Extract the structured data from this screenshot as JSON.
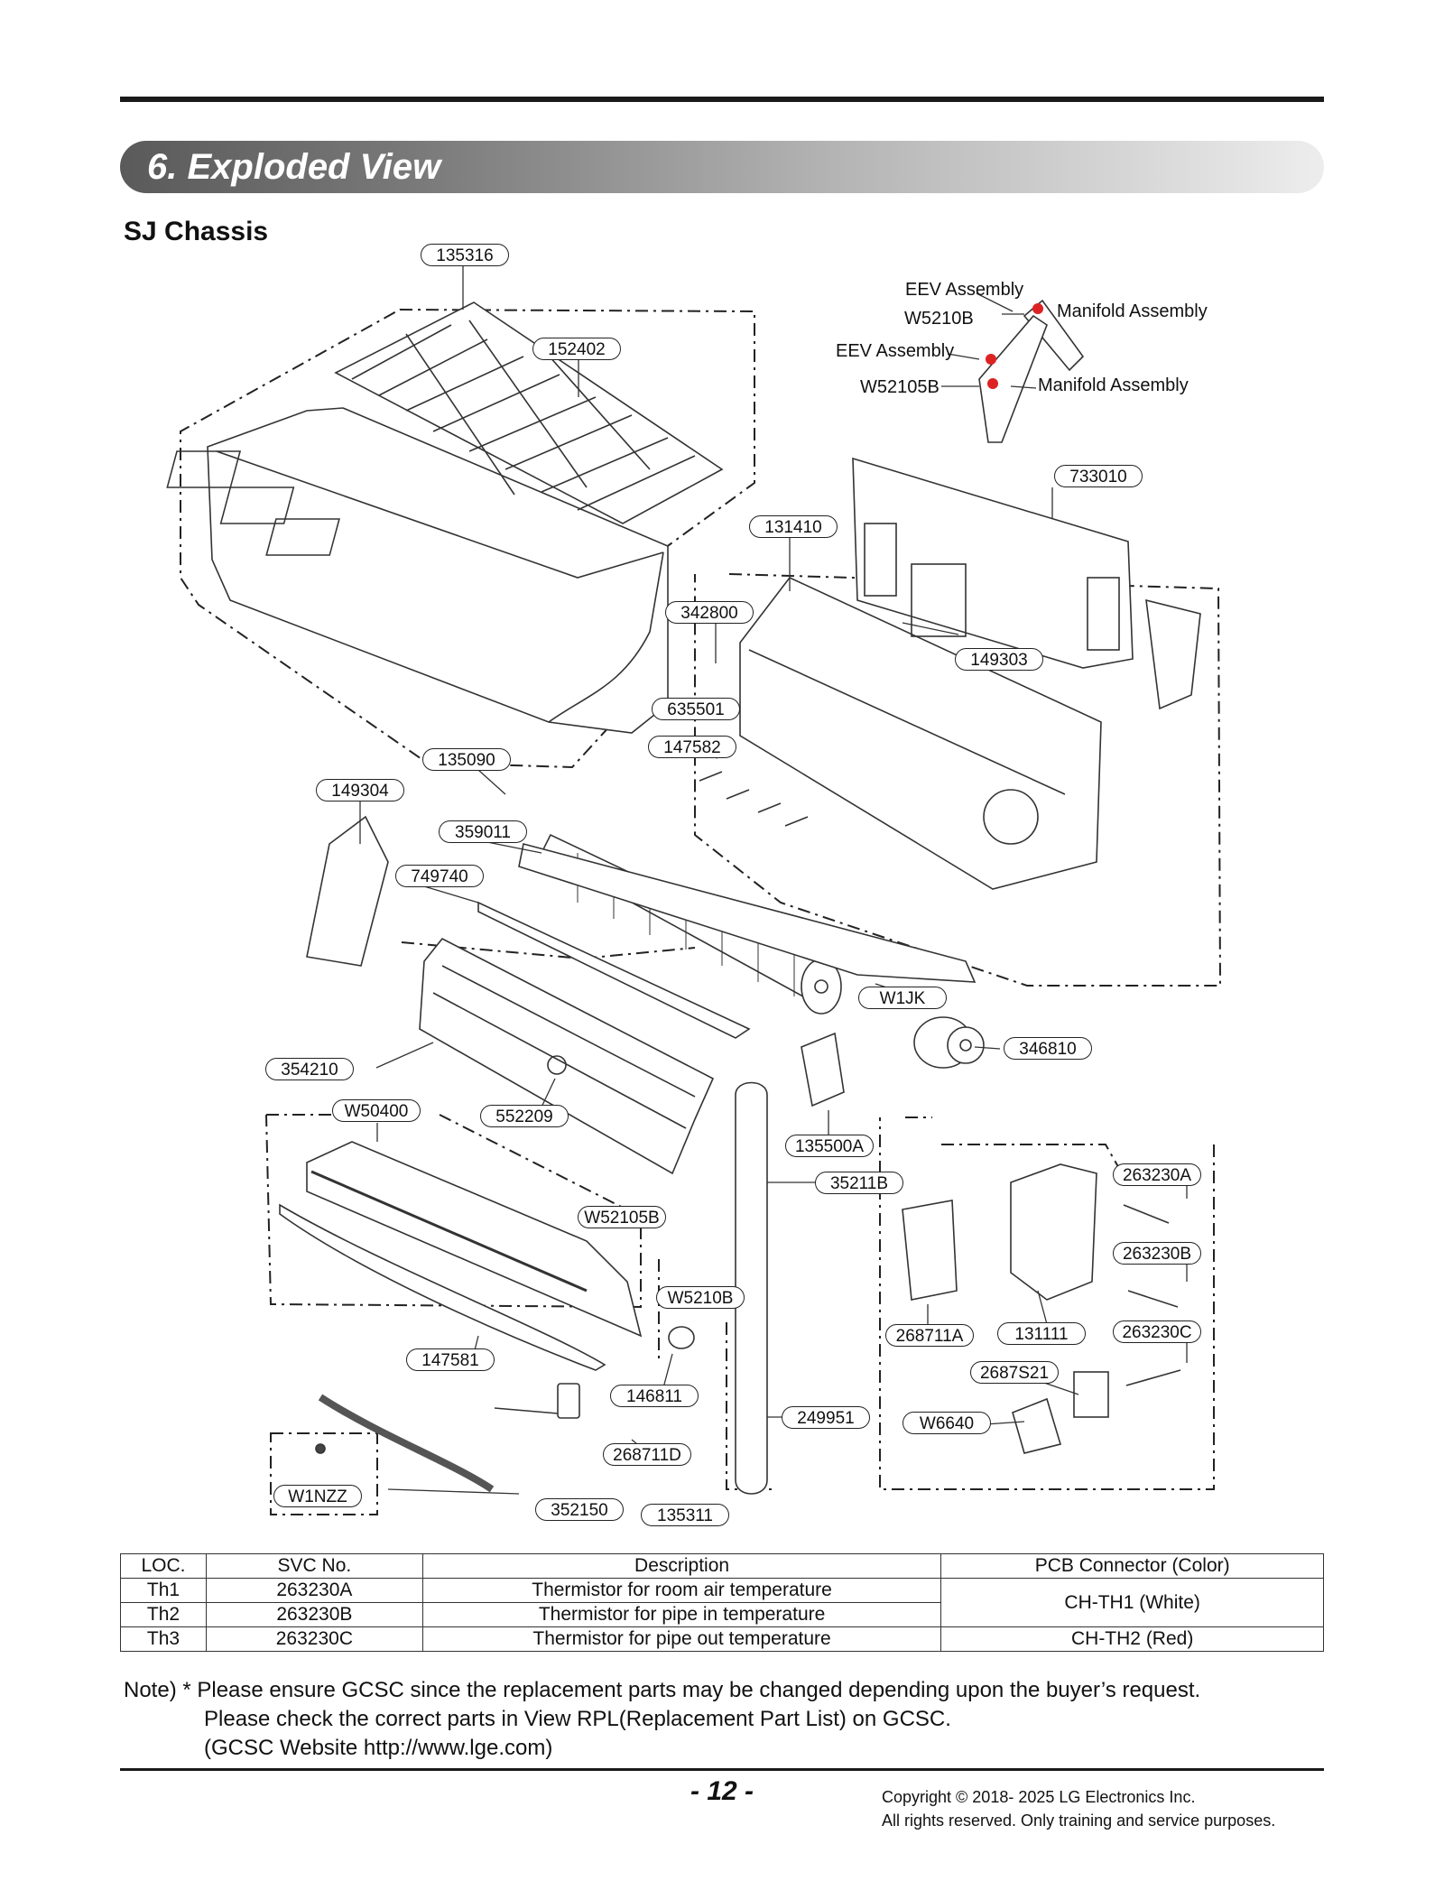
{
  "section_title": "6. Exploded View",
  "subtitle": "SJ Chassis",
  "part_tags": [
    {
      "id": "135316"
    },
    {
      "id": "152402"
    },
    {
      "id": "733010"
    },
    {
      "id": "131410"
    },
    {
      "id": "342800"
    },
    {
      "id": "149303"
    },
    {
      "id": "635501"
    },
    {
      "id": "147582"
    },
    {
      "id": "135090"
    },
    {
      "id": "149304"
    },
    {
      "id": "359011"
    },
    {
      "id": "749740"
    },
    {
      "id": "W1JK"
    },
    {
      "id": "346810"
    },
    {
      "id": "354210"
    },
    {
      "id": "W50400"
    },
    {
      "id": "552209"
    },
    {
      "id": "135500A"
    },
    {
      "id": "35211B"
    },
    {
      "id": "263230A"
    },
    {
      "id": "W52105B"
    },
    {
      "id": "263230B"
    },
    {
      "id": "W5210B"
    },
    {
      "id": "268711A"
    },
    {
      "id": "131111"
    },
    {
      "id": "263230C"
    },
    {
      "id": "147581"
    },
    {
      "id": "2687S21"
    },
    {
      "id": "146811"
    },
    {
      "id": "249951"
    },
    {
      "id": "W6640"
    },
    {
      "id": "268711D"
    },
    {
      "id": "W1NZZ"
    },
    {
      "id": "352150"
    },
    {
      "id": "135311"
    }
  ],
  "callouts": {
    "eev_assembly_1": "EEV Assembly",
    "w5210b": "W5210B",
    "manifold_assembly_1": "Manifold Assembly",
    "eev_assembly_2": "EEV Assembly",
    "w52105b": "W52105B",
    "manifold_assembly_2": "Manifold Assembly"
  },
  "table": {
    "headers": [
      "LOC.",
      "SVC No.",
      "Description",
      "PCB Connector (Color)"
    ],
    "rows": [
      {
        "loc": "Th1",
        "svc": "263230A",
        "desc": "Thermistor for room air temperature"
      },
      {
        "loc": "Th2",
        "svc": "263230B",
        "desc": "Thermistor for pipe in temperature"
      },
      {
        "loc": "Th3",
        "svc": "263230C",
        "desc": "Thermistor for pipe out temperature"
      }
    ],
    "connector_th12": "CH-TH1 (White)",
    "connector_th3": "CH-TH2 (Red)"
  },
  "note": {
    "line1": "Note) * Please ensure GCSC since the replacement parts may be changed depending upon the buyer’s request.",
    "line2": "Please check the correct parts in View RPL(Replacement Part List) on GCSC.",
    "line3": "(GCSC Website http://www.lge.com)"
  },
  "footer": {
    "page": "- 12 -",
    "copyright1": "Copyright © 2018- 2025 LG Electronics Inc.",
    "copyright2": "All rights reserved. Only training and service purposes."
  }
}
